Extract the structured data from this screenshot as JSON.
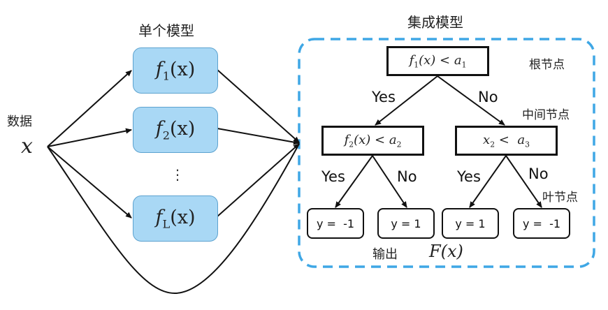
{
  "single_model": {
    "title": "单个模型",
    "models": [
      {
        "name": "f",
        "sub": "1",
        "arg": "(x)"
      },
      {
        "name": "f",
        "sub": "2",
        "arg": "(x)"
      },
      {
        "name": "f",
        "sub": "L",
        "arg": "(x)"
      }
    ],
    "ellipsis": "⋮"
  },
  "data_input": {
    "label": "数据",
    "symbol": "x"
  },
  "ensemble": {
    "title": "集成模型",
    "border_color": "#3fa7e5",
    "root": {
      "expr_f": "f",
      "expr_sub": "1",
      "expr_rest": "(x) < a",
      "expr_sub2": "1"
    },
    "middle": [
      {
        "expr_f": "f",
        "expr_sub": "2",
        "expr_rest": "(x) < a",
        "expr_sub2": "2"
      },
      {
        "expr_f": "x",
        "expr_sub": "2",
        "expr_rest": " <  a",
        "expr_sub2": "3"
      }
    ],
    "edge_labels": {
      "root_left": "Yes",
      "root_right": "No",
      "left_left": "Yes",
      "left_right": "No",
      "right_left": "Yes",
      "right_right": "No"
    },
    "leaves": [
      "y =  -1",
      "y = 1",
      "y = 1",
      "y =  -1"
    ],
    "node_types": {
      "root": "根节点",
      "middle": "中间节点",
      "leaf": "叶节点"
    },
    "output_label": "输出",
    "output_symbol": "F(x)"
  },
  "colors": {
    "model_fill": "#a9d8f5",
    "model_border": "#5ca2cf",
    "dashed_border": "#3fa7e5"
  }
}
